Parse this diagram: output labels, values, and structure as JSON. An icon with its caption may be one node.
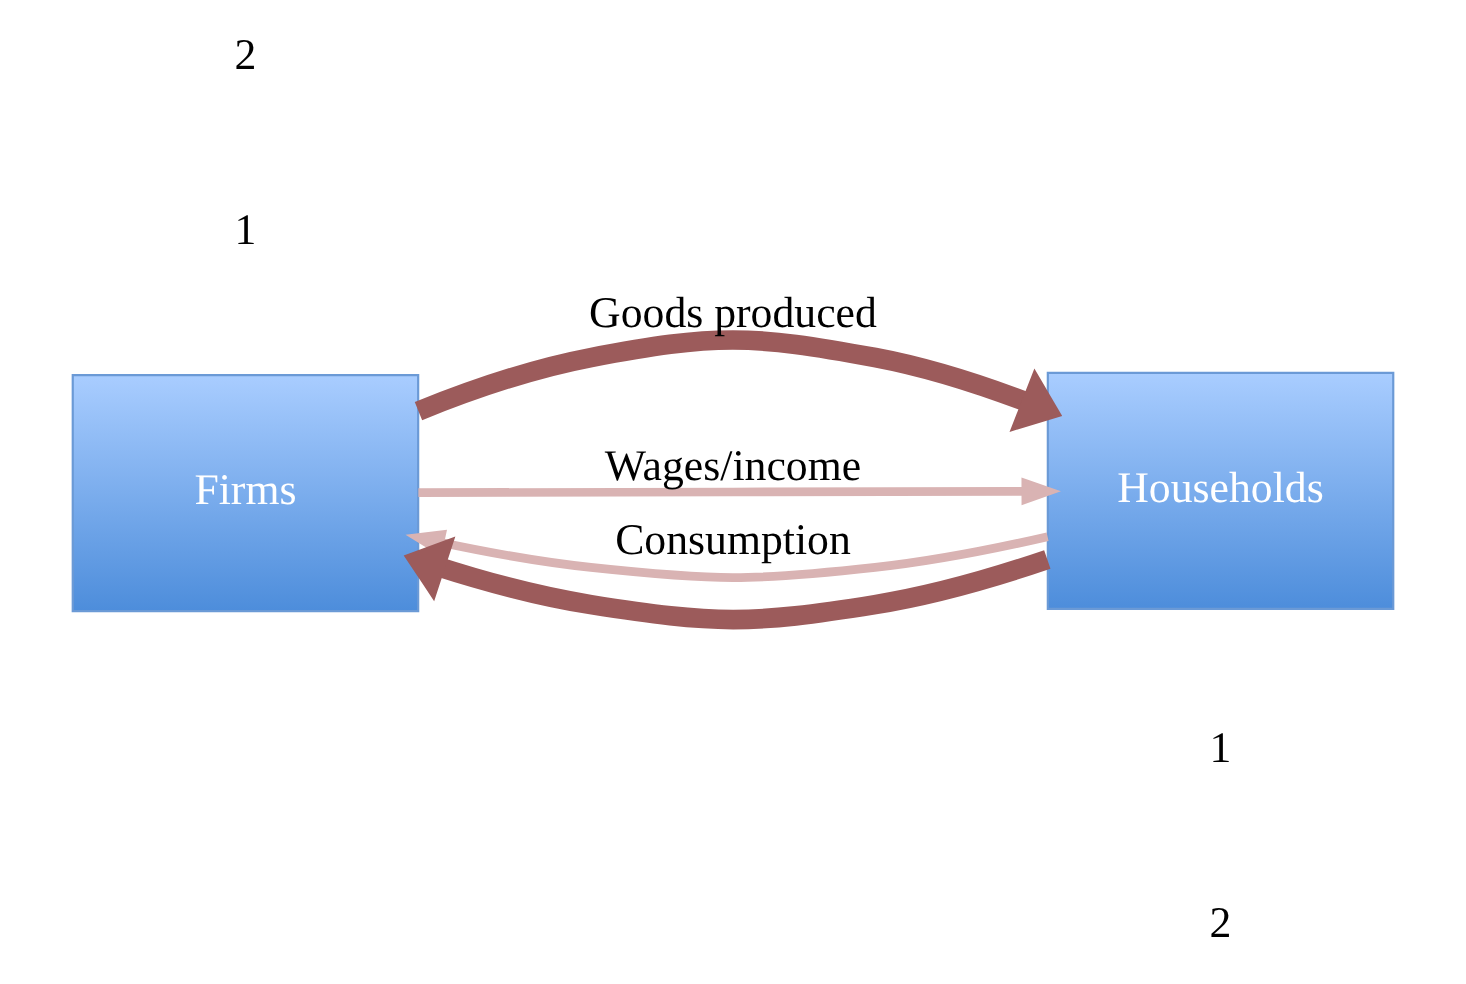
{
  "diagram": {
    "nodes": [
      {
        "text": [
          "Firms"
        ]
      },
      {
        "text": [
          "Households"
        ]
      }
    ],
    "edges": [
      {
        "from": 0,
        "to": 1,
        "arrow": "to",
        "label": "Goods produced",
        "style": "thick",
        "color": "#9c5b5b"
      },
      {
        "from": 0,
        "to": 1,
        "arrow": "to",
        "label": "Wages/income",
        "color": "#d9b3b3"
      },
      {
        "from": 1,
        "to": 0,
        "arrow": "to",
        "label": "Consumption",
        "color": "#d9b3b3"
      },
      {
        "from": 1,
        "to": 0,
        "arrow": "to",
        "style": "thick",
        "color": "#9c5b5b"
      }
    ],
    "labels": [
      "2",
      "1",
      "1",
      "2"
    ]
  }
}
